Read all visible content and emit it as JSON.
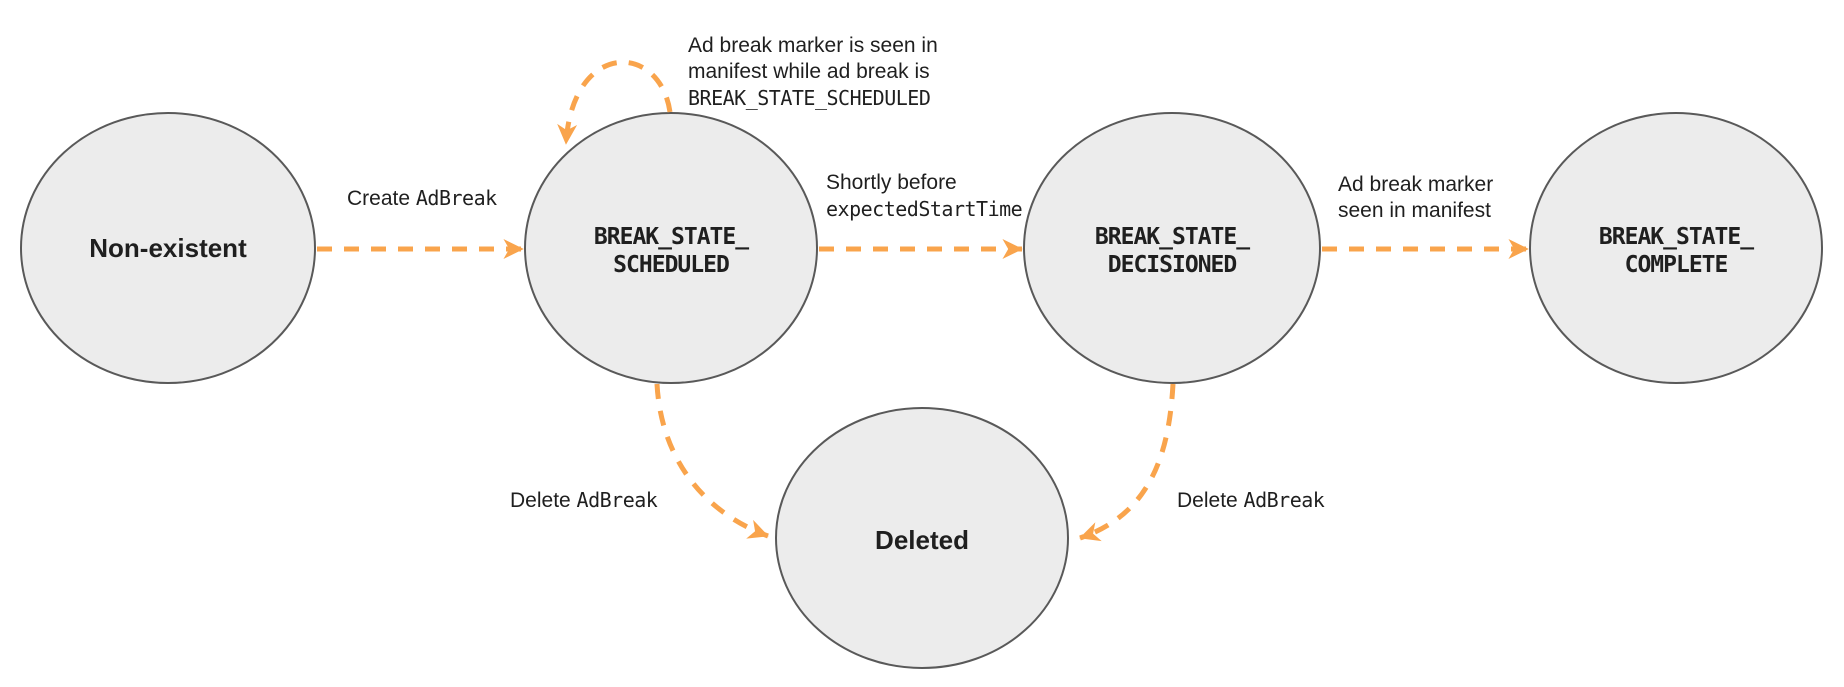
{
  "colors": {
    "arrow_orange": "#F9A44C",
    "node_fill": "#ECECEC",
    "node_border": "#595959",
    "text_dark": "#1F1F1F"
  },
  "states": [
    {
      "id": "non-existent",
      "lines": [
        "Non-existent"
      ]
    },
    {
      "id": "break-state-scheduled",
      "lines": [
        "BREAK_STATE_",
        "SCHEDULED"
      ]
    },
    {
      "id": "break-state-decisioned",
      "lines": [
        "BREAK_STATE_",
        "DECISIONED"
      ]
    },
    {
      "id": "break-state-complete",
      "lines": [
        "BREAK_STATE_",
        "COMPLETE"
      ]
    },
    {
      "id": "deleted",
      "lines": [
        "Deleted"
      ]
    }
  ],
  "transitions": [
    {
      "id": "create-adbreak",
      "from": "non-existent",
      "to": "break-state-scheduled",
      "lines": [
        [
          {
            "text": "Create ",
            "mono": false
          },
          {
            "text": "AdBreak",
            "mono": true
          }
        ]
      ]
    },
    {
      "id": "marker-seen-while-scheduled",
      "from": "break-state-scheduled",
      "to": "break-state-scheduled",
      "lines": [
        [
          {
            "text": "Ad break marker is seen in",
            "mono": false
          }
        ],
        [
          {
            "text": "manifest while ad break is",
            "mono": false
          }
        ],
        [
          {
            "text": "BREAK_STATE_SCHEDULED",
            "mono": true
          }
        ]
      ]
    },
    {
      "id": "shortly-before-expected-start",
      "from": "break-state-scheduled",
      "to": "break-state-decisioned",
      "lines": [
        [
          {
            "text": "Shortly before",
            "mono": false
          }
        ],
        [
          {
            "text": "expectedStartTime",
            "mono": true
          }
        ]
      ]
    },
    {
      "id": "marker-seen-in-manifest",
      "from": "break-state-decisioned",
      "to": "break-state-complete",
      "lines": [
        [
          {
            "text": "Ad break marker",
            "mono": false
          }
        ],
        [
          {
            "text": "seen in manifest",
            "mono": false
          }
        ]
      ]
    },
    {
      "id": "delete-adbreak-from-scheduled",
      "from": "break-state-scheduled",
      "to": "deleted",
      "lines": [
        [
          {
            "text": "Delete ",
            "mono": false
          },
          {
            "text": "AdBreak",
            "mono": true
          }
        ]
      ]
    },
    {
      "id": "delete-adbreak-from-decisioned",
      "from": "break-state-decisioned",
      "to": "deleted",
      "lines": [
        [
          {
            "text": "Delete ",
            "mono": false
          },
          {
            "text": "AdBreak",
            "mono": true
          }
        ]
      ]
    }
  ]
}
